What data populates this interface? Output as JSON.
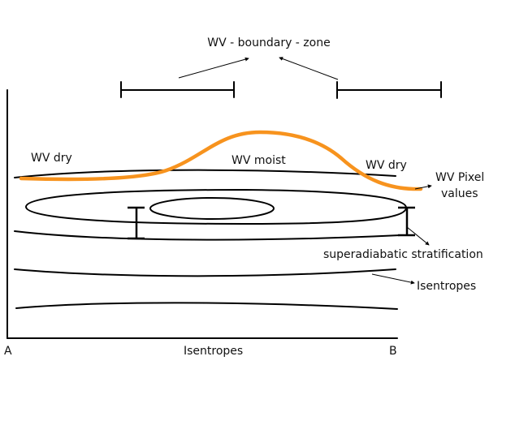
{
  "diagram": {
    "title": "WV - boundary - zone",
    "labels": {
      "wv_dry_left": "WV dry",
      "wv_moist": "WV moist",
      "wv_dry_right": "WV dry",
      "wv_pixel_line1": "WV Pixel",
      "wv_pixel_line2": "values",
      "superadiabatic": "superadiabatic stratification",
      "isentropes_right": "Isentropes",
      "isentropes_bottom": "Isentropes",
      "point_a": "A",
      "point_b": "B"
    },
    "colors": {
      "wv_curve": "#f7931e",
      "lines": "#000000",
      "text": "#111111"
    }
  }
}
